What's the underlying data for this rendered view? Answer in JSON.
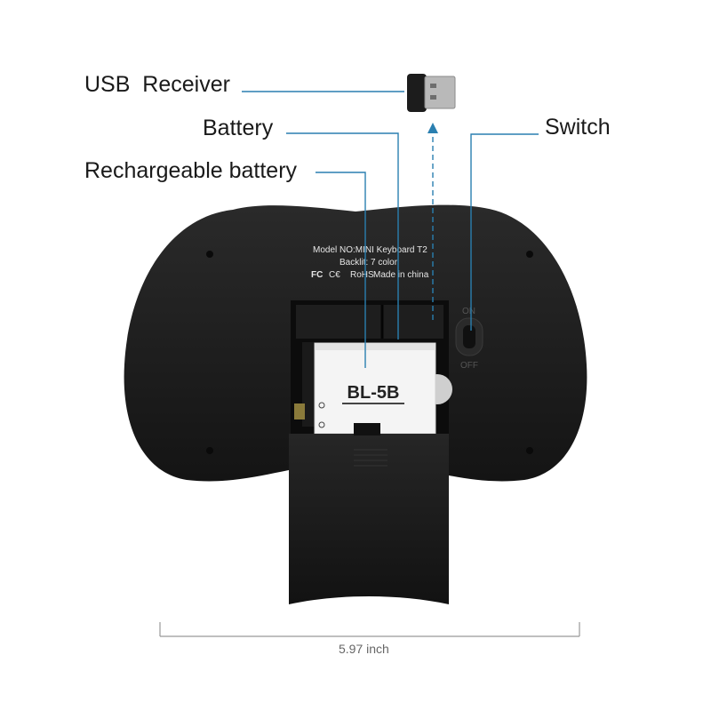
{
  "callouts": {
    "usb_receiver": "USB  Receiver",
    "battery": "Battery",
    "switch": "Switch",
    "rechargeable_battery": "Rechargeable battery"
  },
  "device_print": {
    "model": "Model NO:MINI Keyboard T2",
    "backlight": "Backlit: 7 color",
    "cert_fc": "FC",
    "cert_ce": "C€",
    "cert_rohs": "RoHS",
    "made_in": "Made in china",
    "battery_label": "BL-5B",
    "switch_on": "ON",
    "switch_off": "OFF"
  },
  "dimension": {
    "width_label": "5.97 inch"
  },
  "colors": {
    "leader": "#2a7fb0",
    "body": "#1b1b1b",
    "battery": "#f4f4f4"
  }
}
